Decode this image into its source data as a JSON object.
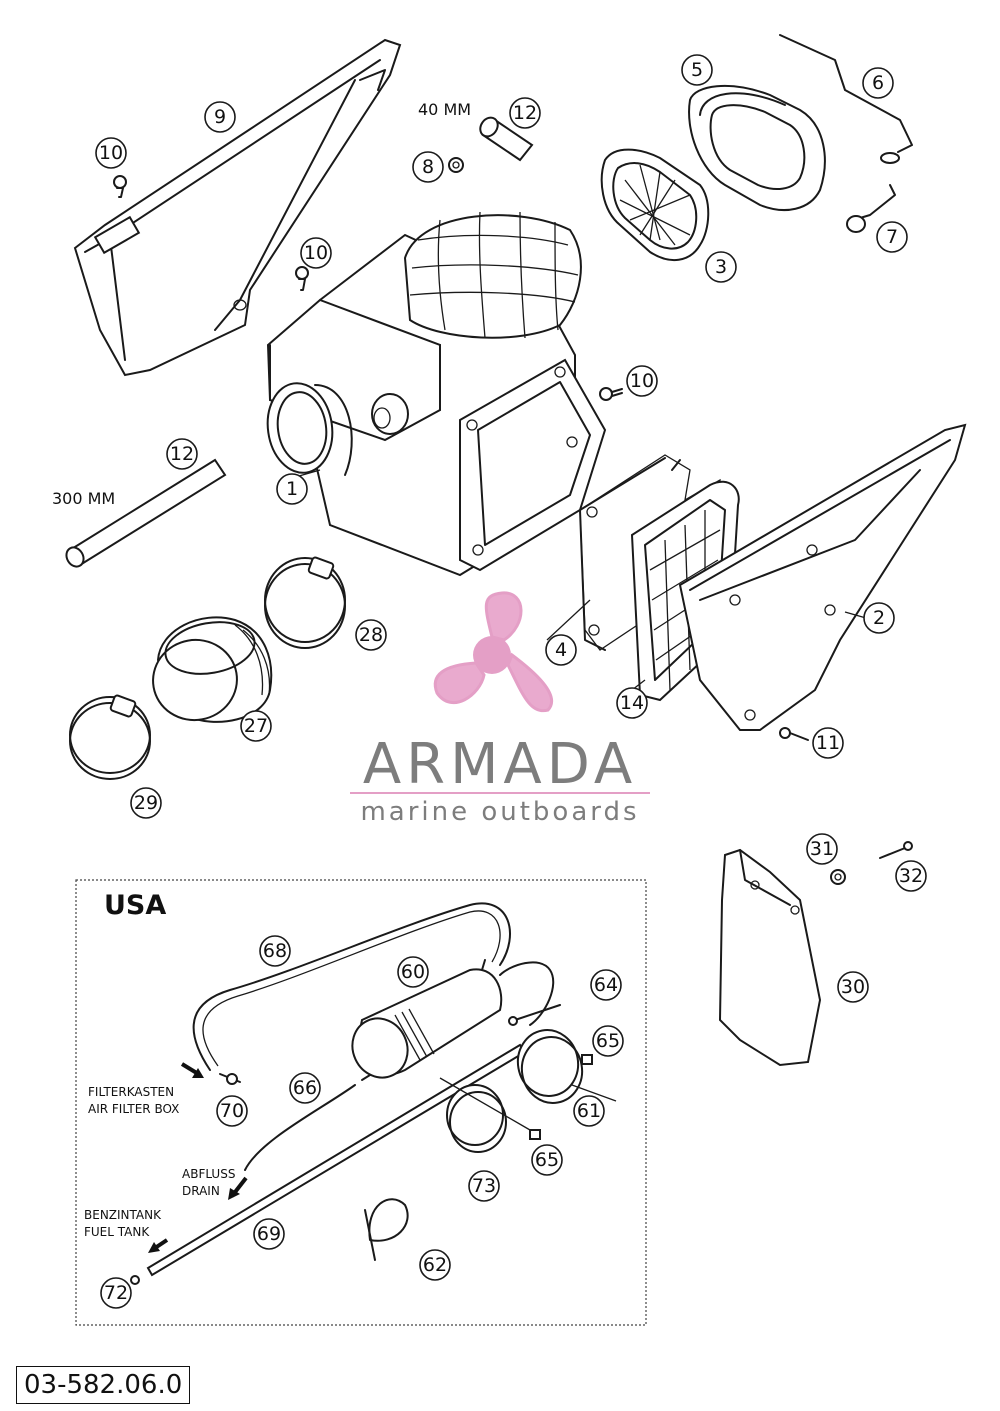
{
  "callouts": [
    "1",
    "2",
    "3",
    "4",
    "5",
    "6",
    "7",
    "8",
    "9",
    "10",
    "10",
    "10",
    "11",
    "12",
    "12",
    "14",
    "27",
    "28",
    "29",
    "30",
    "31",
    "32",
    "60",
    "61",
    "62",
    "64",
    "65",
    "65",
    "66",
    "68",
    "69",
    "70",
    "72",
    "73"
  ],
  "notes": {
    "hose_short": "40 MM",
    "hose_long": "300 MM"
  },
  "watermark": {
    "name": "ARMADA",
    "tagline": "marine outboards",
    "colors": {
      "logo_pink": "#e8a6cc",
      "logo_pink_dark": "#e39ac4",
      "text_grey": "#777777"
    }
  },
  "usa_inset": {
    "title": "USA",
    "labels": {
      "air_filter_de": "FILTERKASTEN",
      "air_filter_en": "AIR FILTER BOX",
      "drain_de": "ABFLUSS",
      "drain_en": "DRAIN",
      "fuel_de": "BENZINTANK",
      "fuel_en": "FUEL TANK"
    }
  },
  "document_number": "03-582.06.0"
}
